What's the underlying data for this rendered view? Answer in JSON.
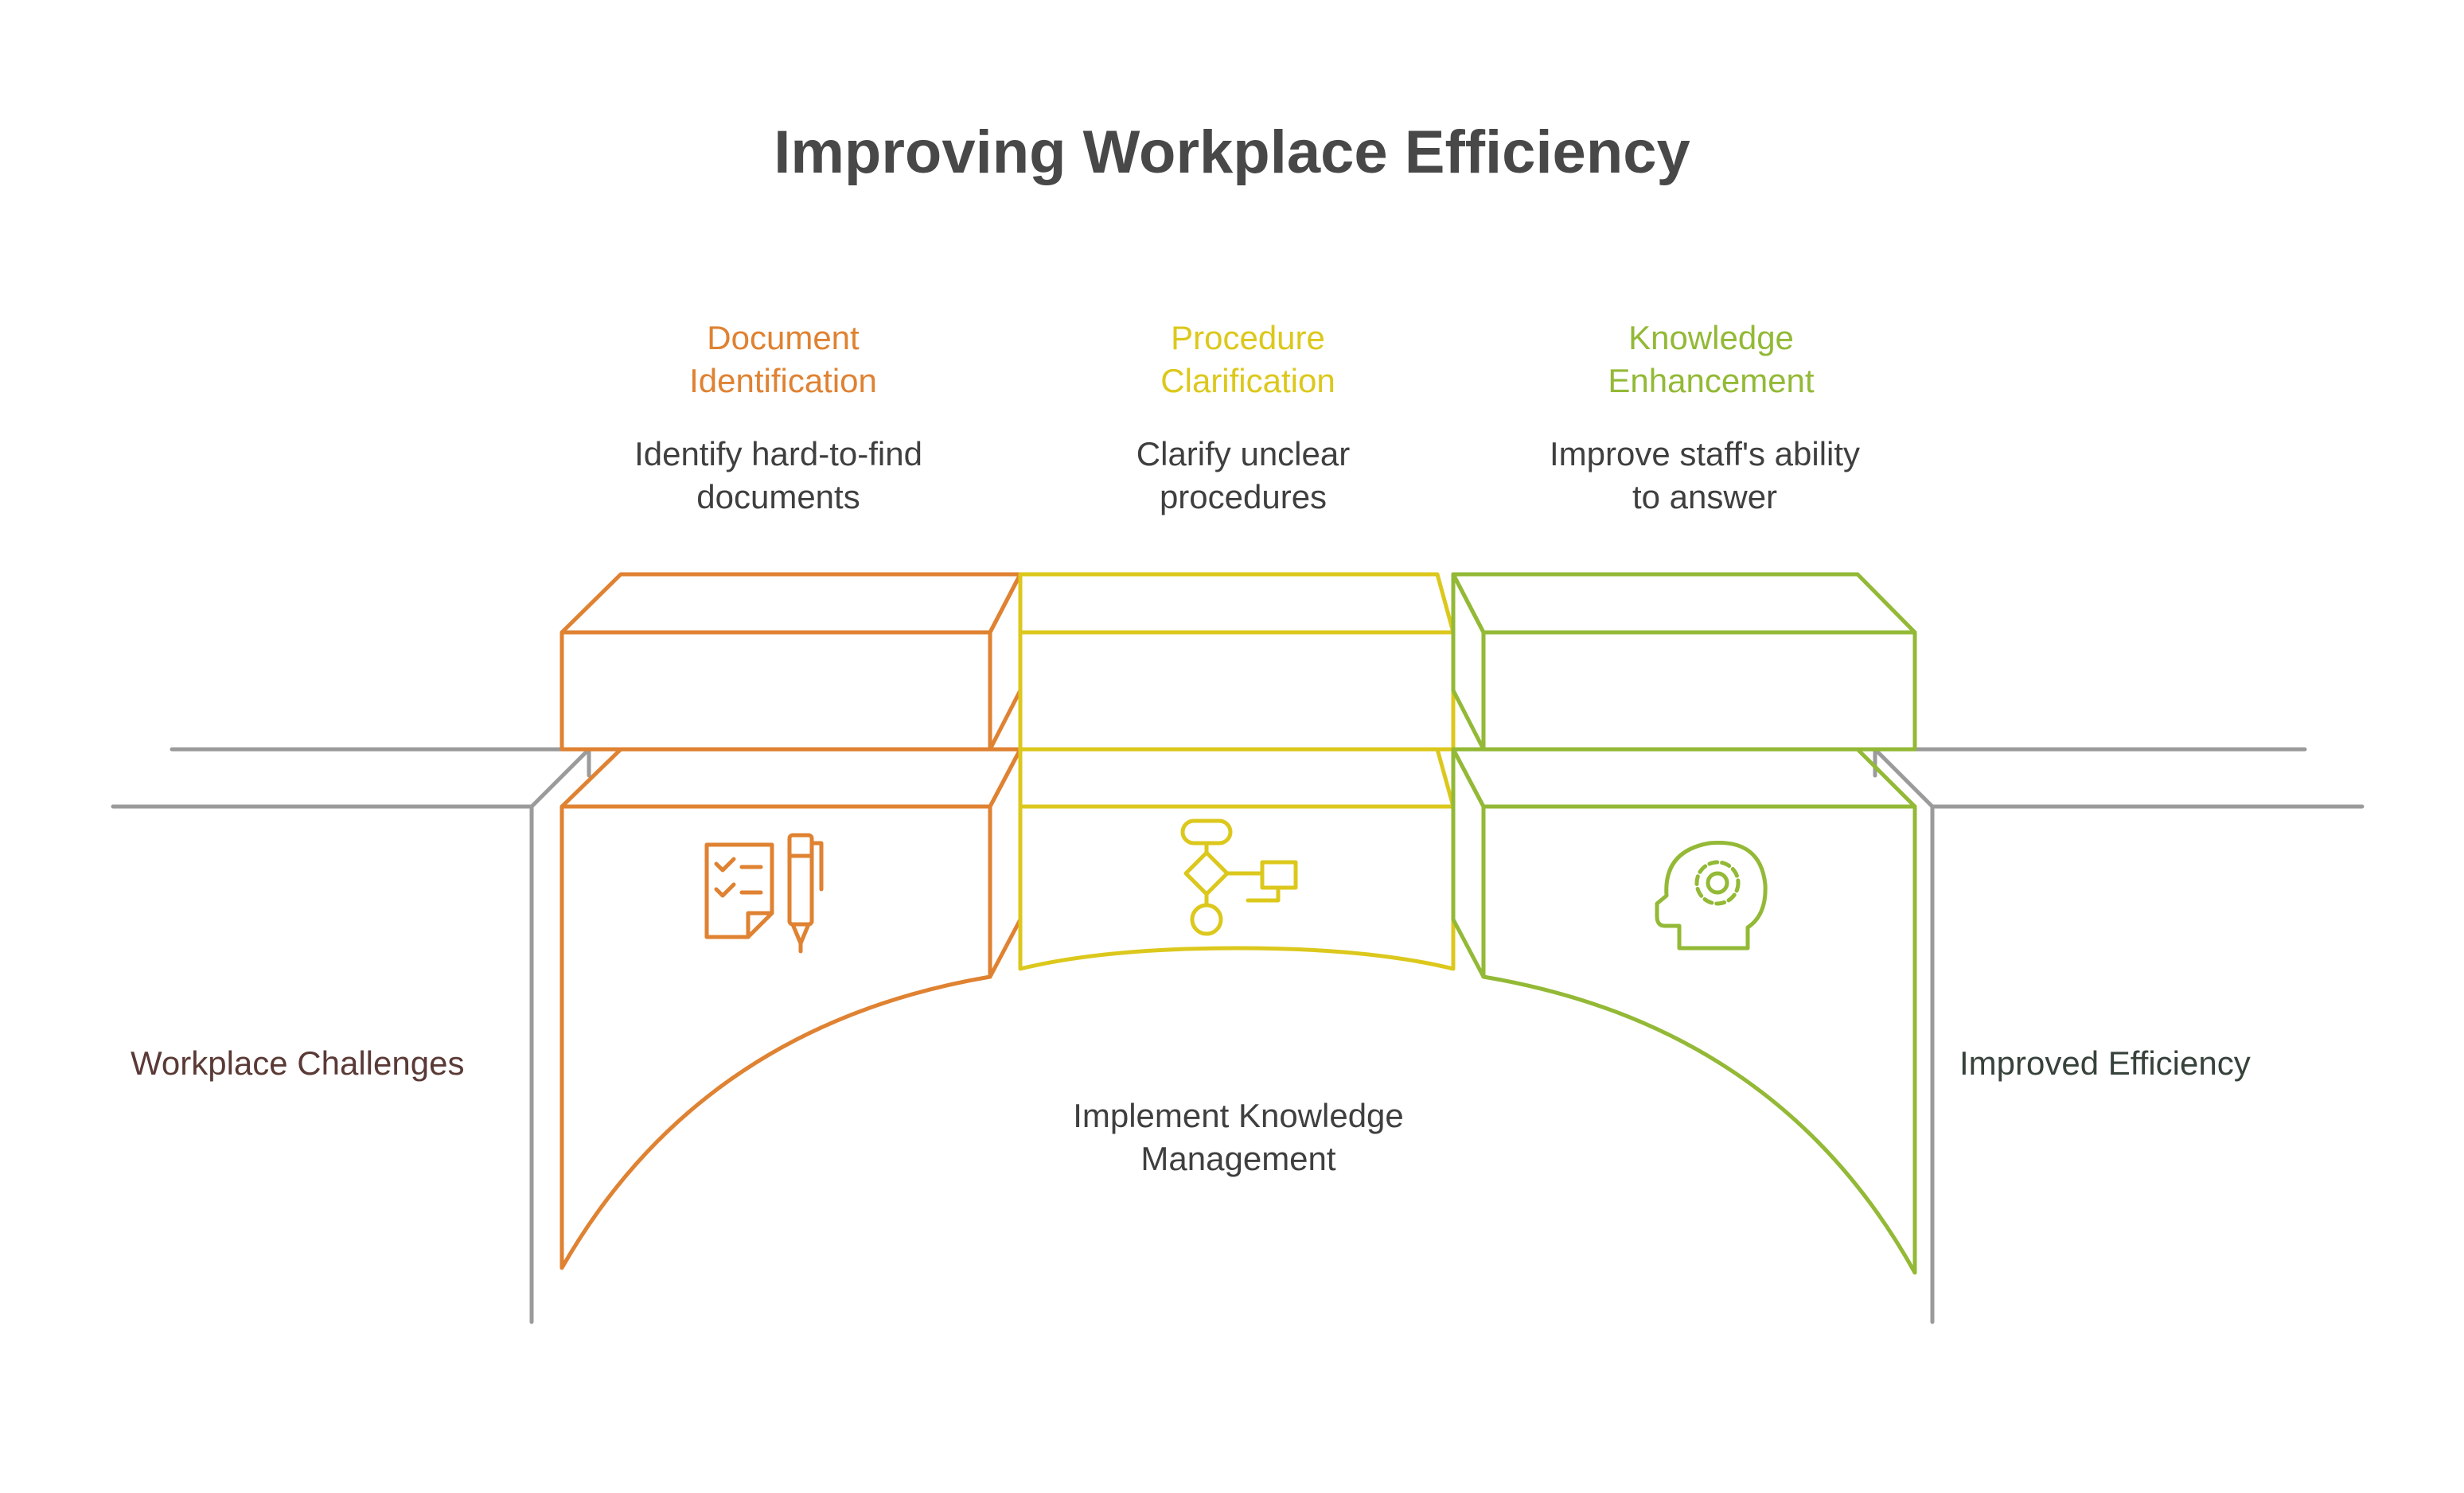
{
  "title": "Improving Workplace Efficiency",
  "colors": {
    "orange": "#df8232",
    "yellow": "#dcc81c",
    "green": "#93b936",
    "gray": "#9b9b9b",
    "title": "#484848",
    "text": "#3f3f3f",
    "left_label": "#5a3a36",
    "right_label": "#36423a"
  },
  "steps": [
    {
      "title_line1": "Document",
      "title_line2": "Identification",
      "desc_line1": "Identify hard-to-find",
      "desc_line2": "documents",
      "color": "#df8232",
      "icon": "checklist-with-pen-icon"
    },
    {
      "title_line1": "Procedure",
      "title_line2": "Clarification",
      "desc_line1": "Clarify unclear",
      "desc_line2": "procedures",
      "color": "#dcc81c",
      "icon": "flowchart-icon"
    },
    {
      "title_line1": "Knowledge",
      "title_line2": "Enhancement",
      "desc_line1": "Improve staff's ability",
      "desc_line2": "to answer",
      "color": "#93b936",
      "icon": "head-with-gear-icon"
    }
  ],
  "left_label": "Workplace Challenges",
  "right_label": "Improved Efficiency",
  "center_label_line1": "Implement Knowledge",
  "center_label_line2": "Management"
}
